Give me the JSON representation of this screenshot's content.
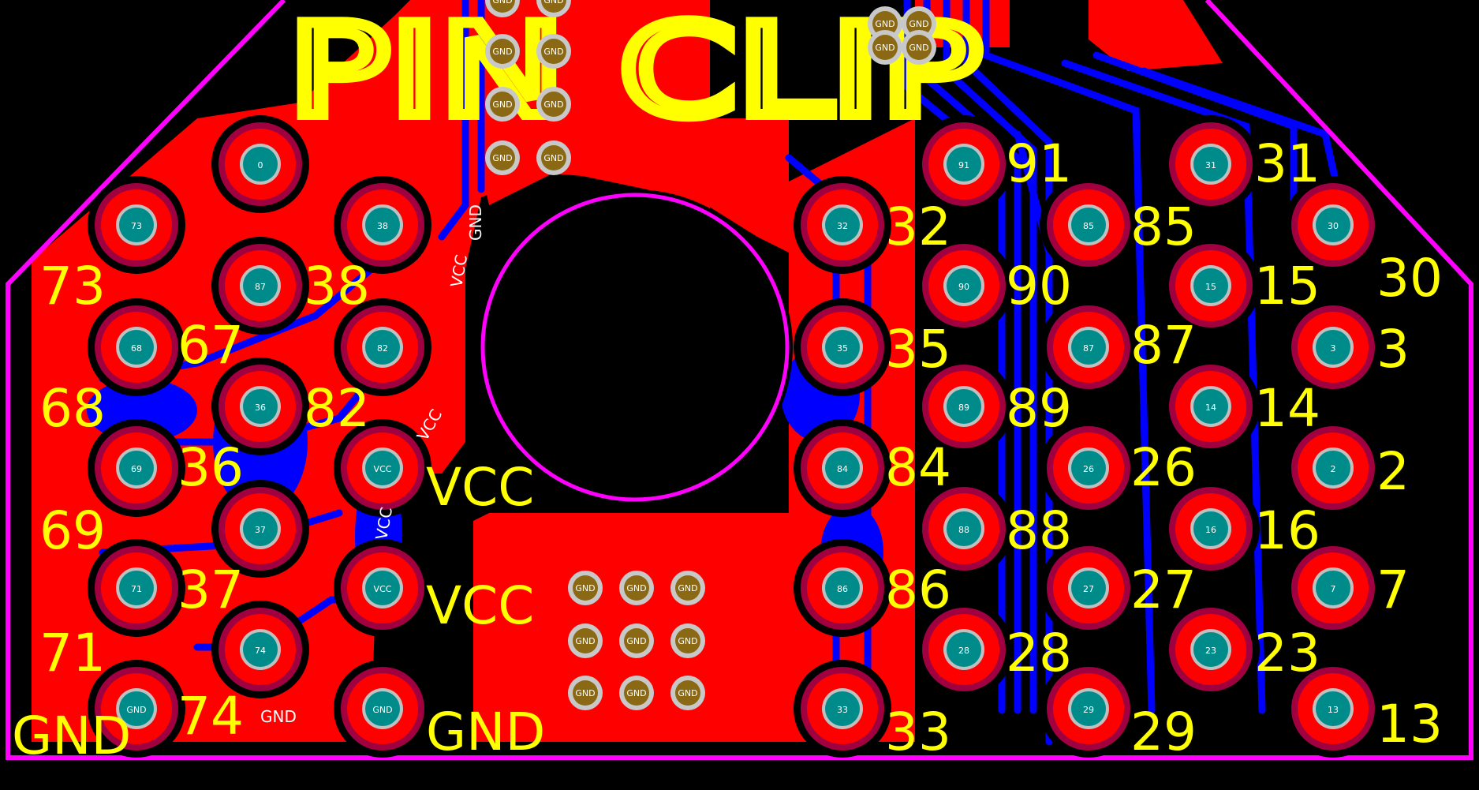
{
  "title": "PIN CLIP",
  "colors": {
    "background": "#000000",
    "copper": "#ff0000",
    "trace": "#0000ff",
    "outline": "#ff00ff",
    "silk": "#ffff00",
    "pad_ring": "#a00040",
    "drill": "#008b8b",
    "small_pad": "#8b6914"
  },
  "pads": [
    {
      "label": "0",
      "silk": ""
    },
    {
      "label": "73",
      "silk": "73"
    },
    {
      "label": "87",
      "silk": "67"
    },
    {
      "label": "38",
      "silk": "38"
    },
    {
      "label": "68",
      "silk": "68"
    },
    {
      "label": "82",
      "silk": "82"
    },
    {
      "label": "36",
      "silk": "36"
    },
    {
      "label": "69",
      "silk": "69"
    },
    {
      "label": "VCC",
      "silk": "VCC"
    },
    {
      "label": "37",
      "silk": "37"
    },
    {
      "label": "71",
      "silk": "71"
    },
    {
      "label": "VCC",
      "silk": "VCC"
    },
    {
      "label": "74",
      "silk": "74"
    },
    {
      "label": "GND",
      "silk": "GND"
    },
    {
      "label": "GND",
      "silk": "GND"
    },
    {
      "label": "91",
      "silk": "91"
    },
    {
      "label": "31",
      "silk": "31"
    },
    {
      "label": "32",
      "silk": "32"
    },
    {
      "label": "85",
      "silk": "85"
    },
    {
      "label": "30",
      "silk": "30"
    },
    {
      "label": "90",
      "silk": "90"
    },
    {
      "label": "15",
      "silk": "15"
    },
    {
      "label": "35",
      "silk": "35"
    },
    {
      "label": "87",
      "silk": "87"
    },
    {
      "label": "3",
      "silk": "3"
    },
    {
      "label": "89",
      "silk": "89"
    },
    {
      "label": "14",
      "silk": "14"
    },
    {
      "label": "84",
      "silk": "84"
    },
    {
      "label": "26",
      "silk": "26"
    },
    {
      "label": "2",
      "silk": "2"
    },
    {
      "label": "88",
      "silk": "88"
    },
    {
      "label": "16",
      "silk": "16"
    },
    {
      "label": "86",
      "silk": "86"
    },
    {
      "label": "27",
      "silk": "27"
    },
    {
      "label": "7",
      "silk": "7"
    },
    {
      "label": "28",
      "silk": "28"
    },
    {
      "label": "23",
      "silk": "23"
    },
    {
      "label": "33",
      "silk": "33"
    },
    {
      "label": "29",
      "silk": "29"
    },
    {
      "label": "13",
      "silk": "13"
    }
  ],
  "small_pads": [
    "GND",
    "GND",
    "GND",
    "GND",
    "GND",
    "GND",
    "GND",
    "GND",
    "GND",
    "GND",
    "GND",
    "GND",
    "GND",
    "GND",
    "GND",
    "GND",
    "GND",
    "GND",
    "GND",
    "GND",
    "GND"
  ],
  "net_labels": [
    "VCC",
    "GND",
    "VCC",
    "VCC",
    "GND"
  ]
}
